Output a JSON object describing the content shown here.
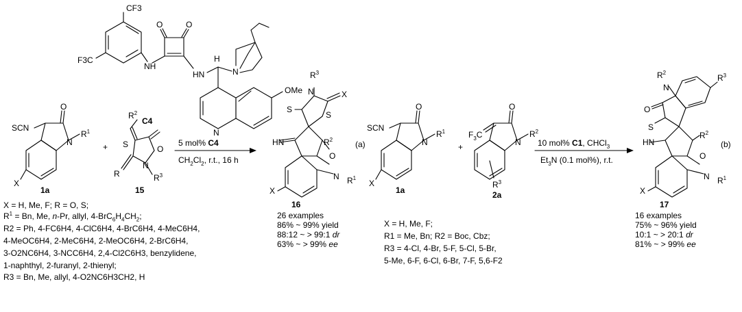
{
  "catalyst": {
    "label": "C4",
    "atoms": {
      "cf3_top": "CF3",
      "f3c_left": "F3C",
      "nh_left": "NH",
      "hn_right": "HN",
      "h_stereo": "H",
      "n_quin": "N",
      "n_quinoline": "N",
      "ome": "OMe",
      "o1": "O",
      "o2": "O"
    }
  },
  "reaction_a": {
    "reactant1": {
      "label": "1a",
      "scn": "SCN",
      "substituent_x": "X",
      "n_r1": "N",
      "r1": "R",
      "o": "O"
    },
    "plus": "+",
    "reactant2": {
      "label": "15",
      "r2": "R",
      "s": "S",
      "o": "O",
      "n": "N",
      "r3": "R",
      "r": "R"
    },
    "conditions_above_mol": "5 mol%",
    "conditions_above_cat": "C4",
    "conditions_below": "CH2Cl2, r.t., 16 h",
    "tag": "(a)",
    "product": {
      "label": "16",
      "examples": "26 examples",
      "yield": "86% ~ 99% yield",
      "dr_value": "88:12 ~ > 99:1",
      "dr_unit": "dr",
      "ee_value": "63% ~ > 99%",
      "ee_unit": "ee",
      "atoms": {
        "r3": "R",
        "n_top": "N",
        "x_top": "X",
        "s_ring": "S",
        "s_thione": "S",
        "hn": "HN",
        "r2": "R",
        "o": "O",
        "n": "N",
        "r1": "R",
        "x": "X"
      }
    },
    "substituents": {
      "line1": "X = H, Me, F; R = O, S;",
      "line2_prefix": "R",
      "line2_sup": "1",
      "line2_a": " = Bn, Me, ",
      "line2_italic": "n",
      "line2_b": "-Pr, allyl, 4-BrC",
      "line2_c": "H",
      "line2_d": "CH",
      "line2_e": ";",
      "line3": "R2 = Ph, 4-FC6H4, 4-ClC6H4, 4-BrC6H4, 4-MeC6H4,",
      "line4": "4-MeOC6H4, 2-MeC6H4, 2-MeOC6H4, 2-BrC6H4,",
      "line5": "3-O2NC6H4, 3-NCC6H4, 2,4-Cl2C6H3, benzylidene,",
      "line6": "1-naphthyl, 2-furanyl, 2-thienyl;",
      "line7": "R3 = Bn, Me, allyl, 4-O2NC6H3CH2, H"
    }
  },
  "reaction_b": {
    "reactant1": {
      "label": "1a",
      "scn": "SCN",
      "substituent_x": "X",
      "n_r1": "N",
      "r1": "R",
      "o": "O"
    },
    "plus": "+",
    "reactant2": {
      "label": "2a",
      "f3c": "F3C",
      "n": "N",
      "r2": "R",
      "r3": "R",
      "o": "O"
    },
    "conditions_above_mol": "10 mol%",
    "conditions_above_cat": "C1",
    "conditions_above_solvent": ", CHCl3",
    "conditions_below": "Et3N (0.1 mol%), r.t.",
    "tag": "(b)",
    "product": {
      "label": "17",
      "examples": "16 examples",
      "yield": "75% ~ 96% yield",
      "dr_value": "10:1 ~ > 20:1",
      "dr_unit": "dr",
      "ee_value": "81% ~ > 99%",
      "ee_unit": "ee",
      "atoms": {
        "r2": "R",
        "r3": "R",
        "n_top": "N",
        "o_top": "O",
        "s": "S",
        "r2b": "R",
        "hn": "HN",
        "o": "O",
        "n": "N",
        "r1": "R",
        "x": "X"
      }
    },
    "substituents": {
      "line1": "X = H, Me, F;",
      "line2": "R1 = Me, Bn;  R2 = Boc, Cbz;",
      "line3": "R3 = 4-Cl, 4-Br, 5-F, 5-Cl, 5-Br,",
      "line4": "5-Me, 6-F, 6-Cl, 6-Br, 7-F, 5,6-F2"
    }
  },
  "superscripts": {
    "one": "1",
    "two": "2",
    "three": "3"
  },
  "subscripts": {
    "two": "2",
    "three": "3",
    "four": "4",
    "six": "6"
  }
}
